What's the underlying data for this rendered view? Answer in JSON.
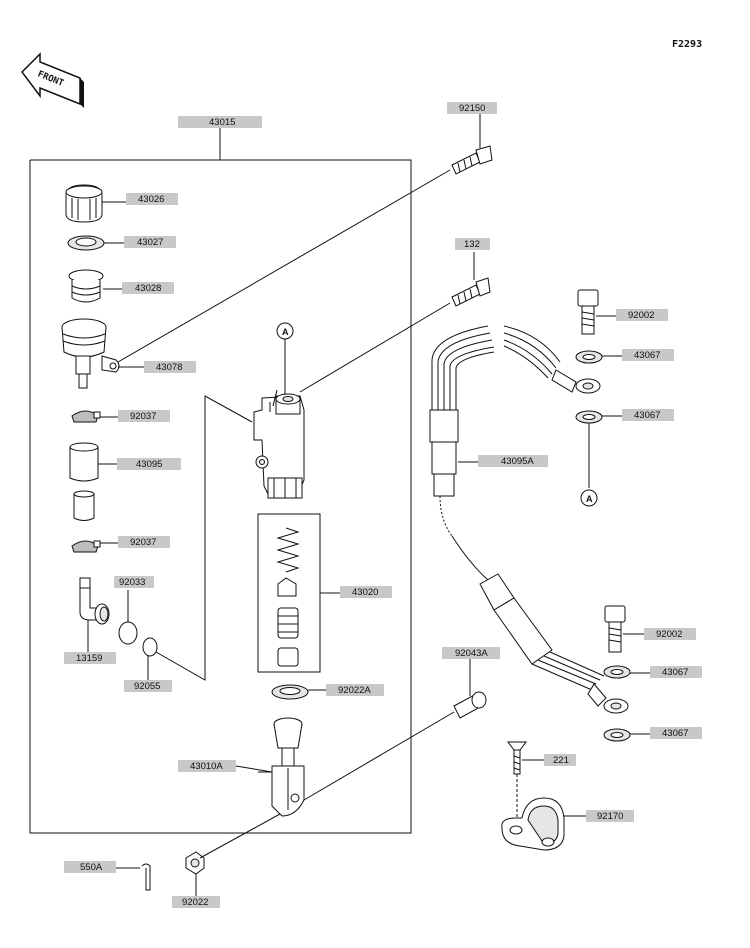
{
  "figure_code": "F2293",
  "front_indicator": "FRONT",
  "connection_mark": "A",
  "parts": {
    "p43015": "43015",
    "p43026": "43026",
    "p43027": "43027",
    "p43028": "43028",
    "p43078": "43078",
    "p92037a": "92037",
    "p43095": "43095",
    "p92037b": "92037",
    "p92033": "92033",
    "p13159": "13159",
    "p92055": "92055",
    "p92150": "92150",
    "p132": "132",
    "p43020": "43020",
    "p92022A": "92022A",
    "p43010A": "43010A",
    "p92043A": "92043A",
    "p92022": "92022",
    "p550A": "550A",
    "p92002a": "92002",
    "p43067a": "43067",
    "p43067b": "43067",
    "p43095A": "43095A",
    "p92002b": "92002",
    "p43067c": "43067",
    "p43067d": "43067",
    "p221": "221",
    "p92170": "92170"
  }
}
